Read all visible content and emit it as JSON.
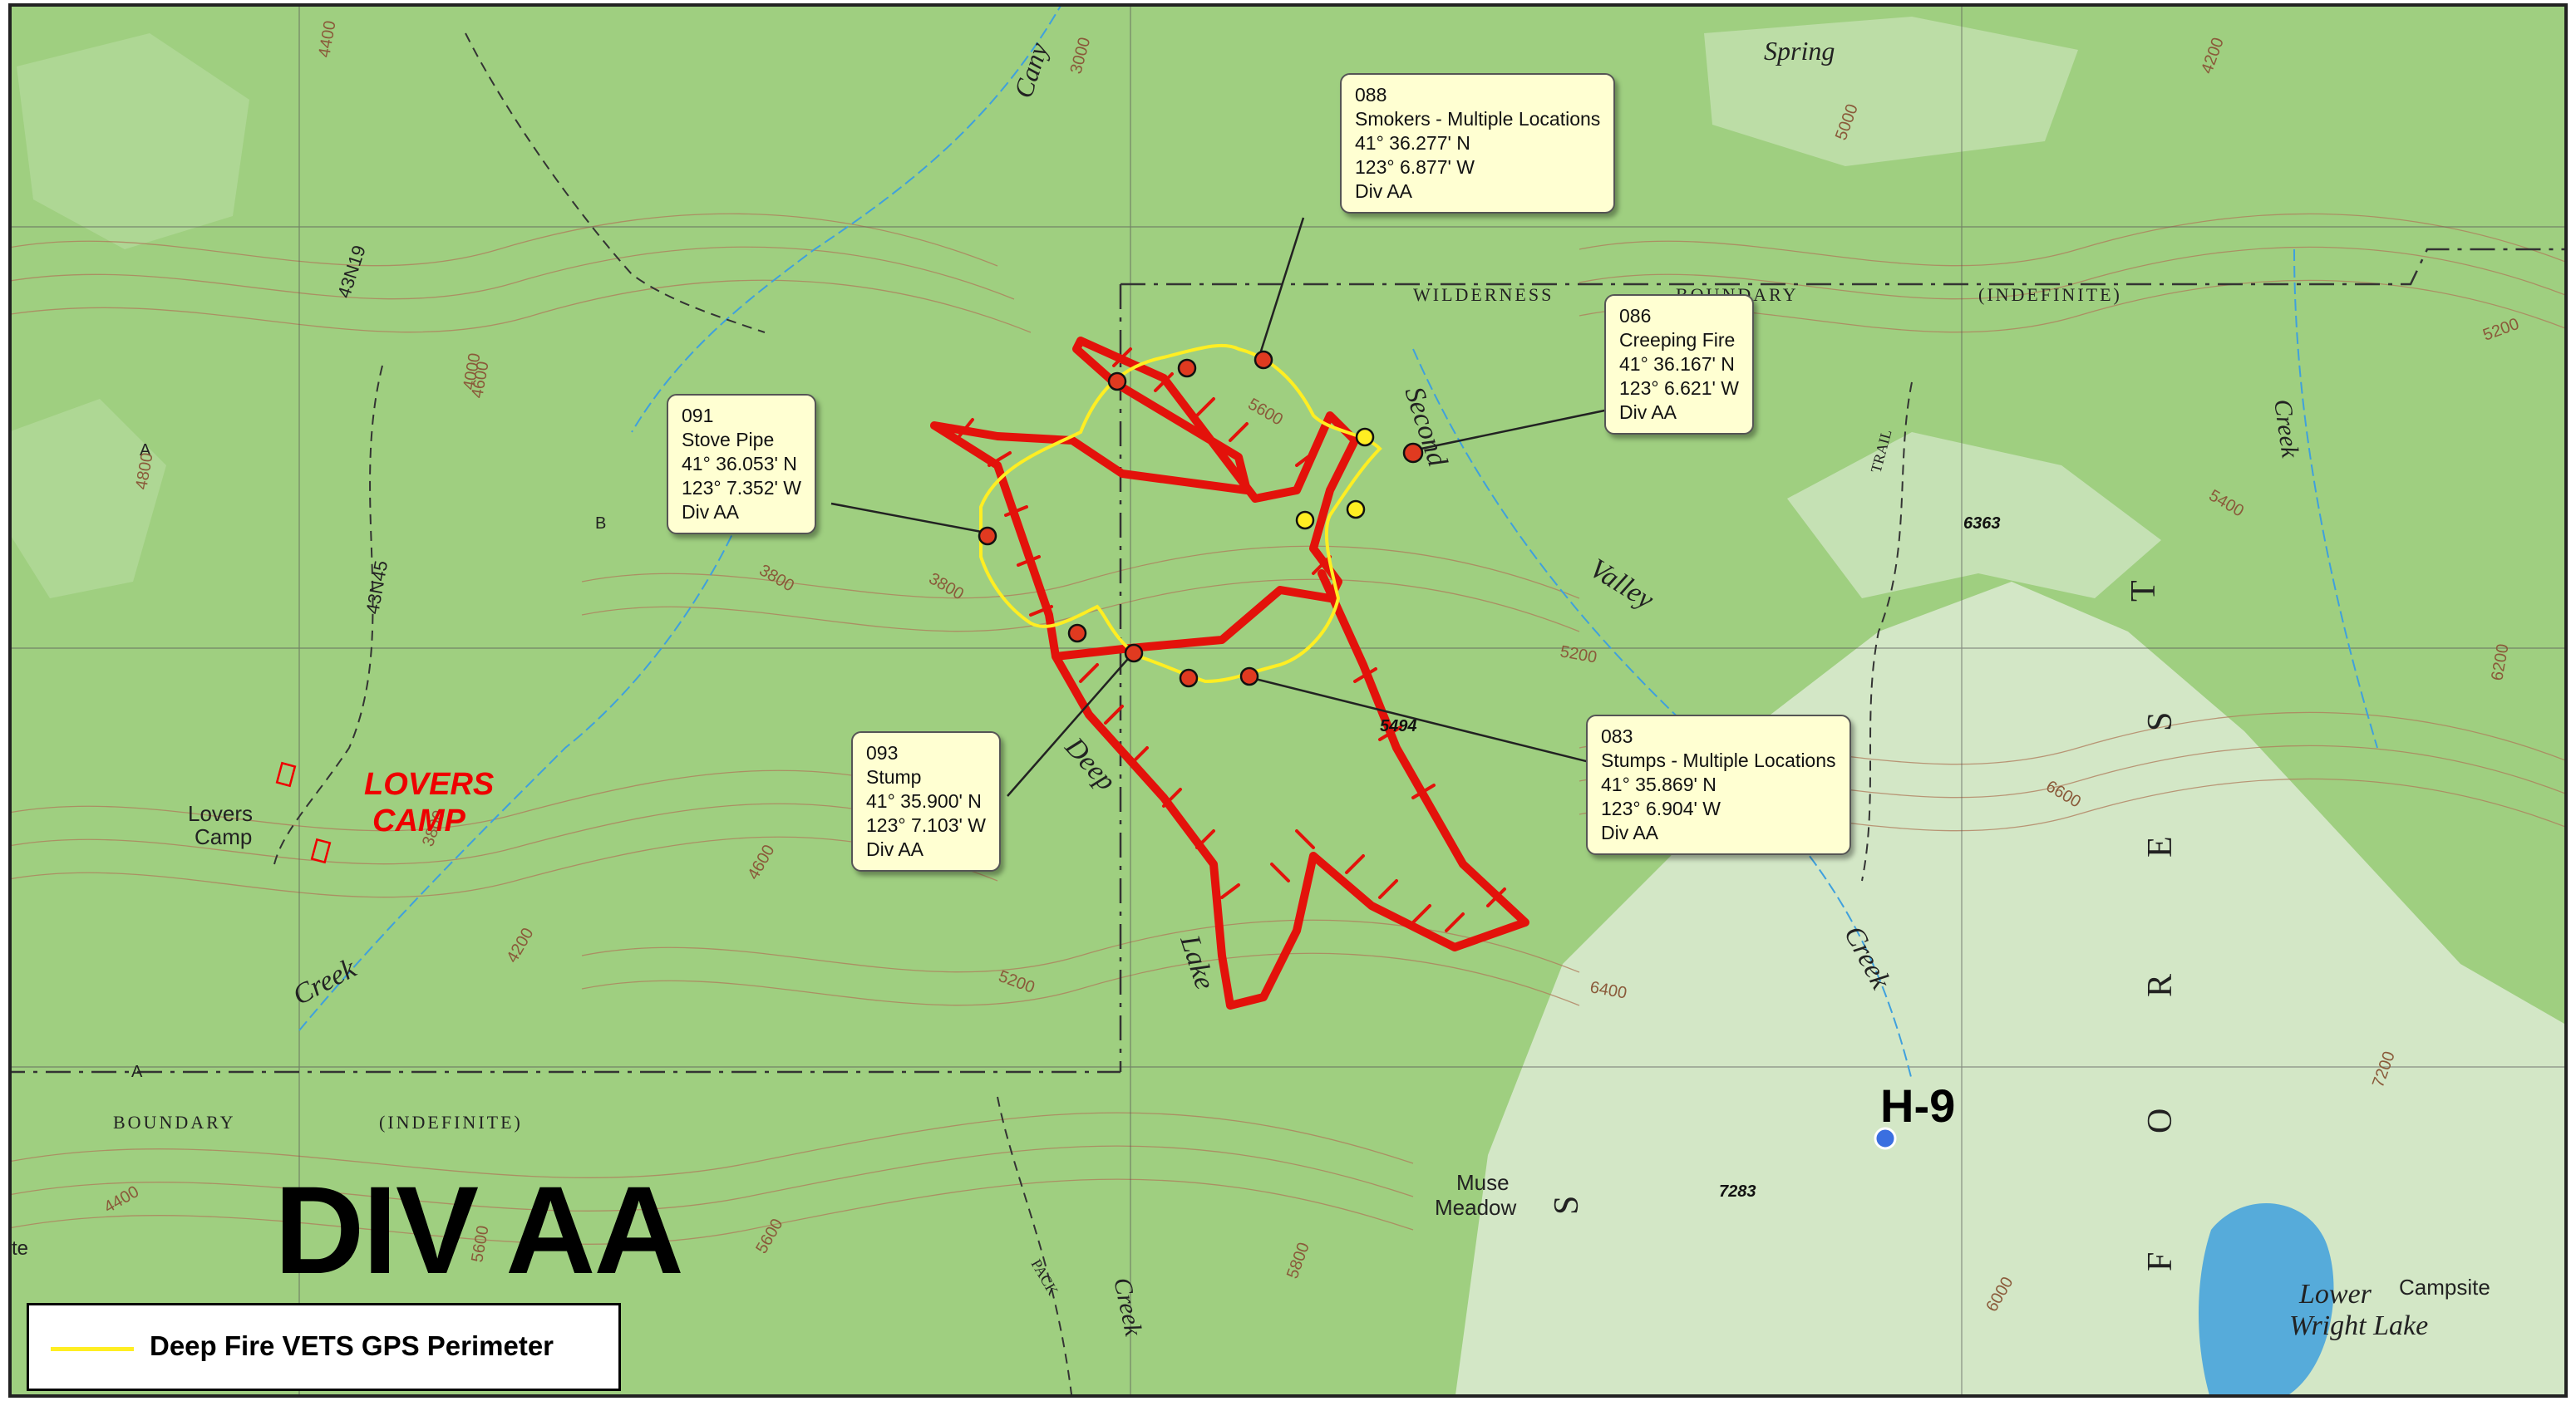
{
  "map": {
    "title": "DIV AA",
    "colors": {
      "terrain": "#9fcf80",
      "terrain_light": "#dcebd2",
      "contour": "#b07a5a",
      "perimeter": "#e3120b",
      "gps_perimeter": "#ffee22",
      "point_fill": "#e03a20",
      "water": "#3fa0dd",
      "helispot": "#3a6fe0"
    },
    "place_labels": {
      "lovers_camp_red_line1": "LOVERS",
      "lovers_camp_red_line2": "CAMP",
      "lovers_camp_line1": "Lovers",
      "lovers_camp_line2": "Camp",
      "muse_meadow_line1": "Muse",
      "muse_meadow_line2": "Meadow",
      "campsite": "Campsite",
      "lower_wright_lake_line1": "Lower",
      "lower_wright_lake_line2": "Wright Lake",
      "spring": "Spring",
      "canyon_partial": "Cany",
      "wilderness": "WILDERNESS",
      "boundary_top": "BOUNDARY",
      "indefinite_top": "(INDEFINITE)",
      "boundary_bottom": "BOUNDARY",
      "indefinite_bottom": "(INDEFINITE)",
      "second_valley": [
        "Second",
        "Valley"
      ],
      "deep_lake": [
        "Deep",
        "Lake"
      ],
      "creek_labels": [
        "Creek",
        "Creek",
        "Creek",
        "Creek"
      ],
      "pack": "PACK",
      "trail": "TRAIL",
      "forest_letters": [
        "T",
        "S",
        "E",
        "R",
        "O",
        "F"
      ],
      "forest_s_lower": "S",
      "road_43N19": "43N19",
      "road_43N45": "43N45",
      "grid_a1": "A",
      "grid_b": "B",
      "grid_a2": "A",
      "partial_te": "te"
    },
    "elevation_labels": [
      "4400",
      "3000",
      "5000",
      "4200",
      "5200",
      "4800",
      "4600",
      "4000",
      "3800",
      "3800",
      "5600",
      "5400",
      "5200",
      "6600",
      "4600",
      "4200",
      "5200",
      "6400",
      "6200",
      "4400",
      "5600",
      "5800",
      "6000",
      "7200",
      "5600",
      "3800"
    ],
    "spot_heights": [
      "6363",
      "5494",
      "7283"
    ],
    "helispot": {
      "label": "H-9"
    },
    "legend": {
      "gps_perimeter_label": "Deep Fire VETS GPS Perimeter"
    },
    "callouts": [
      {
        "id": "088",
        "label": "Smokers - Multiple Locations",
        "lat": "41° 36.277' N",
        "lon": "123° 6.877' W",
        "div": "Div AA"
      },
      {
        "id": "086",
        "label": "Creeping Fire",
        "lat": "41° 36.167' N",
        "lon": "123° 6.621' W",
        "div": "Div AA"
      },
      {
        "id": "091",
        "label": "Stove Pipe",
        "lat": "41° 36.053' N",
        "lon": "123° 7.352' W",
        "div": "Div AA"
      },
      {
        "id": "093",
        "label": "Stump",
        "lat": "41° 35.900' N",
        "lon": "123° 7.103' W",
        "div": "Div AA"
      },
      {
        "id": "083",
        "label": "Stumps - Multiple Locations",
        "lat": "41° 35.869' N",
        "lon": "123° 6.904' W",
        "div": "Div AA"
      }
    ]
  }
}
